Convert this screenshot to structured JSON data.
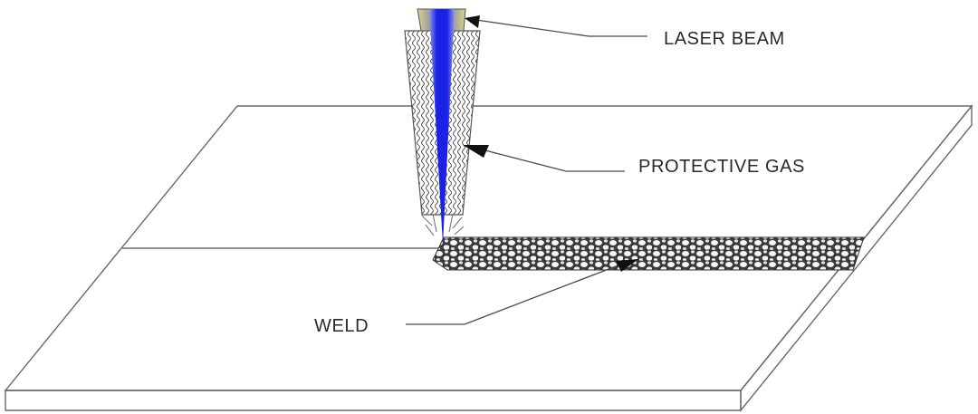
{
  "labels": {
    "laser_beam": "LASER BEAM",
    "protective_gas": "PROTECTIVE GAS",
    "weld": "WELD"
  },
  "colors": {
    "beam_core": "#1a1ae6",
    "beam_edge": "#7f8fe8",
    "nozzle_tint": "#c9c78a",
    "outline": "#6a6a6a",
    "text": "#2a2a2a"
  }
}
